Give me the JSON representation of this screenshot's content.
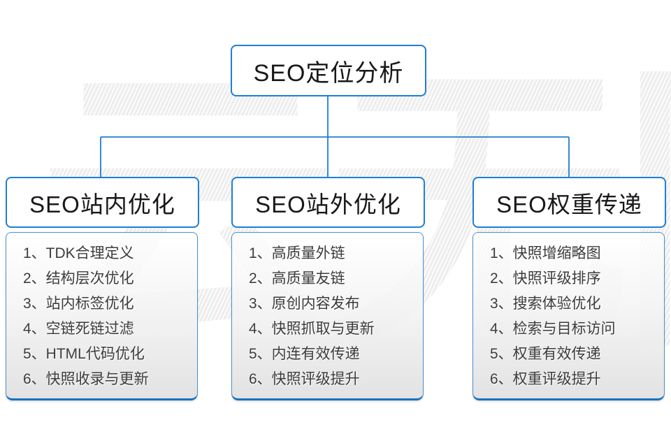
{
  "root": {
    "label": "SEO定位分析"
  },
  "watermark": {
    "text": "云无限"
  },
  "columns": [
    {
      "header": "SEO站内优化",
      "items": [
        "1、TDK合理定义",
        "2、结构层次优化",
        "3、站内标签优化",
        "4、空链死链过滤",
        "5、HTML代码优化",
        "6、快照收录与更新"
      ]
    },
    {
      "header": "SEO站外优化",
      "items": [
        "1、高质量外链",
        "2、高质量友链",
        "3、原创内容发布",
        "4、快照抓取与更新",
        "5、内连有效传递",
        "6、快照评级提升"
      ]
    },
    {
      "header": "SEO权重传递",
      "items": [
        "1、快照增缩略图",
        "2、快照评级排序",
        "3、搜索体验优化",
        "4、检索与目标访问",
        "5、权重有效传递",
        "6、权重评级提升"
      ]
    }
  ],
  "colors": {
    "line_blue": "#1f7ed6",
    "accent_bottom": "#1a70c2",
    "item_text": "#3c3c3c",
    "watermark_gray": "#e7e7e7"
  }
}
